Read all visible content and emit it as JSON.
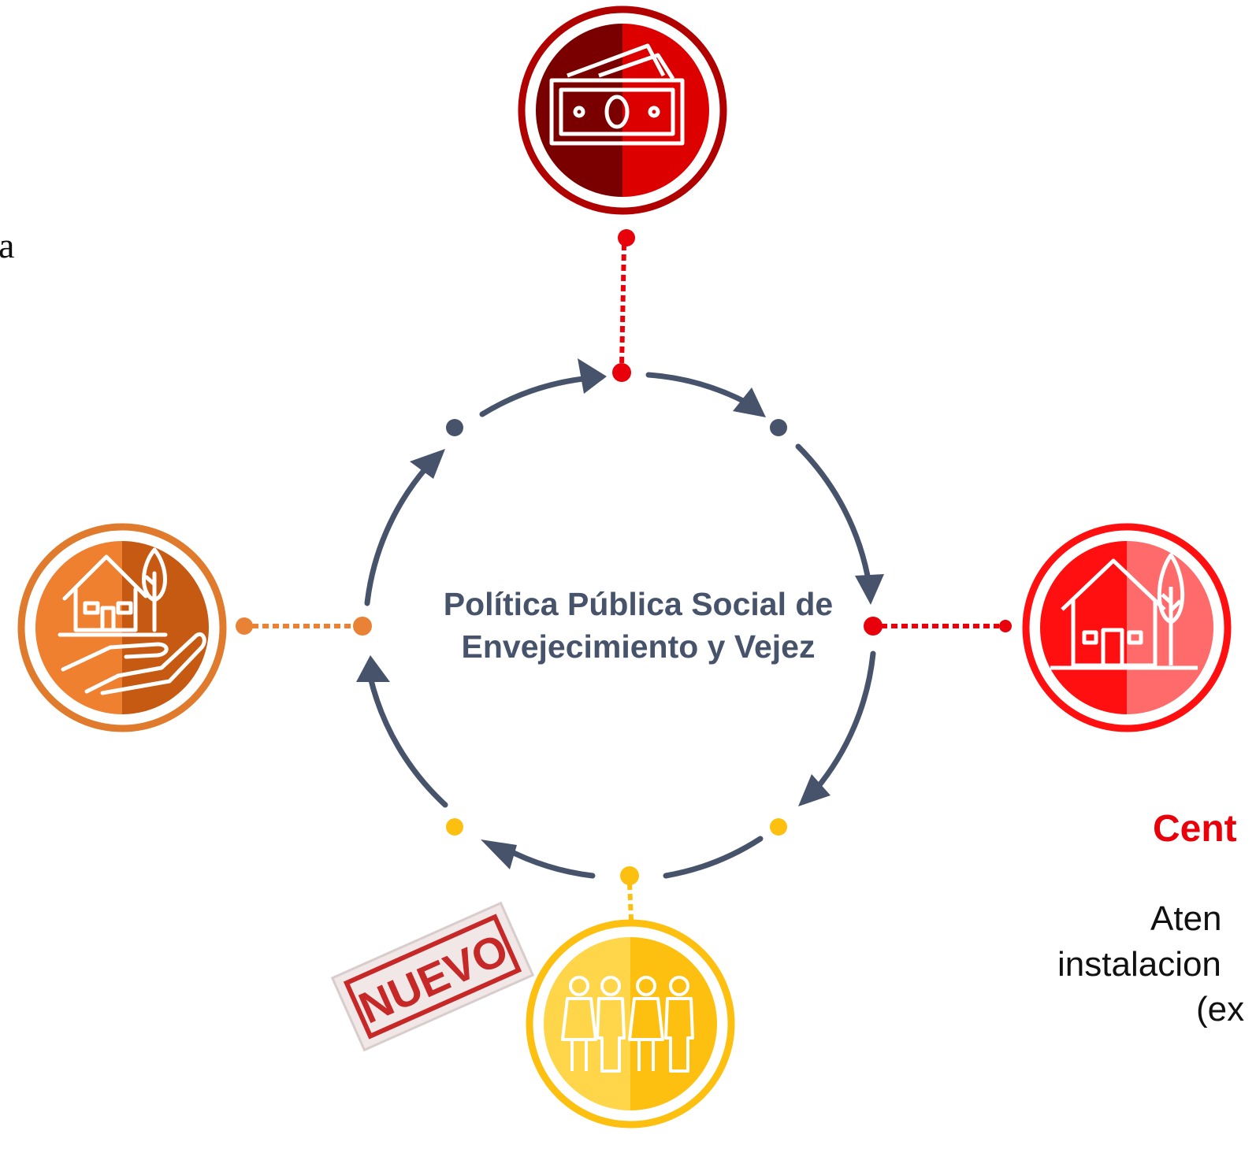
{
  "center": {
    "line1": "Política Pública Social de",
    "line2": "Envejecimiento y Vejez"
  },
  "nodes": [
    {
      "id": "top",
      "icon": "money-bill-icon",
      "color_left": "#7a0000",
      "color_right": "#dd0000"
    },
    {
      "id": "right",
      "icon": "house-tree-icon",
      "color_left": "#ff0f0f",
      "color_right": "#ff6b6b"
    },
    {
      "id": "bottom",
      "icon": "family-group-icon",
      "color_left": "#ffd54a",
      "color_right": "#fdc010"
    },
    {
      "id": "left",
      "icon": "house-in-hand-icon",
      "color_left": "#ee8030",
      "color_right": "#c75a13"
    }
  ],
  "right_panel": {
    "title_fragment": "Cent",
    "desc_line1": "Aten",
    "desc_line2": "instalacion",
    "desc_line3": "(ex"
  },
  "left_fragment": "a",
  "stamp_text": "NUEVO",
  "colors": {
    "cycle": "#46536b",
    "red": "#e8000b",
    "orange": "#ea8236",
    "yellow": "#fdc010",
    "dark_red": "#7a0000",
    "stamp": "#c62828"
  }
}
